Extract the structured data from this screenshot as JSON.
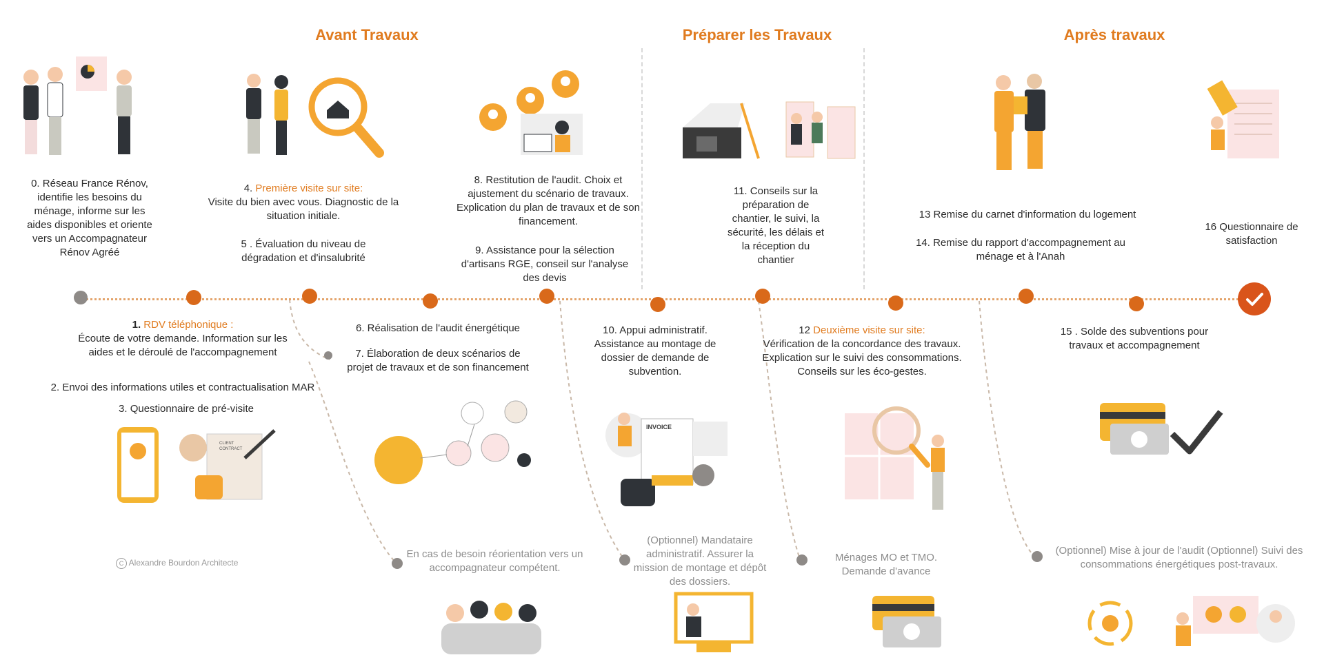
{
  "phases": {
    "avant": "Avant Travaux",
    "preparer": "Préparer les Travaux",
    "apres": "Après travaux"
  },
  "steps": {
    "s0": "0. Réseau France Rénov, identifie les besoins du ménage, informe sur les aides disponibles et oriente vers un Accompagnateur Rénov Agréé",
    "s1_num": "1.",
    "s1_hl": "RDV téléphonique :",
    "s1_body": "Écoute de votre demande. Information sur les aides et le déroulé de l'accompagnement",
    "s2": "2. Envoi des informations utiles et contractualisation MAR",
    "s3": "3. Questionnaire de pré-visite",
    "s4_num": "4.",
    "s4_hl": "Première visite sur site:",
    "s4_body": "Visite du bien avec vous. Diagnostic de la situation initiale.",
    "s5": "5 . Évaluation du niveau de dégradation et d'insalubrité",
    "s6": "6. Réalisation de l'audit énergétique",
    "s7": "7. Élaboration de deux scénarios de projet de travaux et de son financement",
    "s8": "8. Restitution de l'audit. Choix et ajustement du scénario de travaux. Explication du plan de travaux et de son financement.",
    "s9": "9. Assistance pour la sélection d'artisans RGE, conseil sur l'analyse des devis",
    "s10": "10. Appui administratif. Assistance au montage de dossier de demande de subvention.",
    "s11": "11.  Conseils sur la préparation de chantier, le suivi, la sécurité, les délais et la réception du chantier",
    "s12_num": "12",
    "s12_hl": "Deuxième visite sur site:",
    "s12_body": "Vérification de la concordance des travaux. Explication sur le suivi des consommations. Conseils sur les éco-gestes.",
    "s13": "13 Remise du carnet d'information du logement",
    "s14": "14. Remise du rapport d'accompagnement au ménage et à l'Anah",
    "s15": "15 . Solde des subventions pour travaux et accompagnement",
    "s16": "16 Questionnaire de satisfaction"
  },
  "optional": {
    "reorientation": "En cas de besoin  réorientation vers un accompagnateur compétent.",
    "mandataire": "(Optionnel) Mandataire administratif. Assurer la mission de montage et dépôt des dossiers.",
    "menages": "Ménages MO et TMO. Demande d'avance",
    "audit": "(Optionnel) Mise à jour de l'audit (Optionnel) Suivi des consommations énergétiques post-travaux."
  },
  "illustration_text": {
    "invoice": "INVOICE",
    "client_contract": "CLIENT CONTRACT"
  },
  "copyright": "Alexandre Bourdon Architecte",
  "colors": {
    "accent": "#e07b1f",
    "dot": "#d9691a",
    "grey": "#8e8a87",
    "yellow": "#f4b531"
  }
}
